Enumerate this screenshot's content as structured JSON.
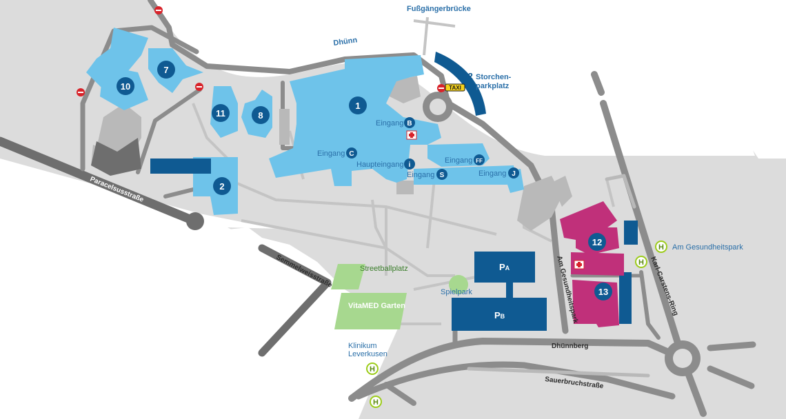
{
  "colors": {
    "ground": "#dcdcdc",
    "road": "#8c8c8c",
    "road_dark": "#6e6e6e",
    "path": "#c4c4c4",
    "building_light": "#6ec3ea",
    "building_dark": "#0f5a92",
    "building_pink": "#c0307a",
    "building_grey": "#b9b9b9",
    "green_area": "#a7d88f",
    "label": "#2a6fa8",
    "bus_stop": "#9ccc1a"
  },
  "labels": {
    "bridge": "Fußgängerbrücke",
    "river": "Dhünn",
    "parking_storchen_1": "Storchen-",
    "parking_storchen_2": "parkplatz",
    "entrance_b": "Eingang",
    "entrance_c": "Eingang",
    "entrance_ff": "Eingang",
    "main_entrance": "Haupteingang",
    "entrance_s": "Eingang",
    "entrance_j": "Eingang",
    "streetball": "Streetballplatz",
    "playground": "Spielpark",
    "garden": "VitaMED Garten",
    "clinic_1": "Klinikum",
    "clinic_2": "Leverkusen",
    "bus_gesundheitspark": "Am Gesundheitspark",
    "taxi": "TAXI"
  },
  "streets": {
    "paracelsus": "Paracelsusstraße",
    "semmelweis": "Semmelweisstraße",
    "am_gesundheitspark": "Am Gesundheitspark",
    "karl_carstens": "Karl-Carstens-Ring",
    "dhuennberg": "Dhünnberg",
    "sauerbruch": "Sauerbruchstraße"
  },
  "buildings": {
    "b1": "1",
    "b2": "2",
    "b7": "7",
    "b8": "8",
    "b10": "10",
    "b11": "11",
    "b12": "12",
    "b13": "13"
  },
  "badges": {
    "b": "B",
    "c": "C",
    "ff": "FF",
    "i": "i",
    "s": "S",
    "j": "J"
  },
  "parking": {
    "p2": "P2",
    "pa_main": "P",
    "pa_sub": "A",
    "pb_main": "P",
    "pb_sub": "B"
  },
  "bus_stops": {
    "symbol": "H"
  }
}
